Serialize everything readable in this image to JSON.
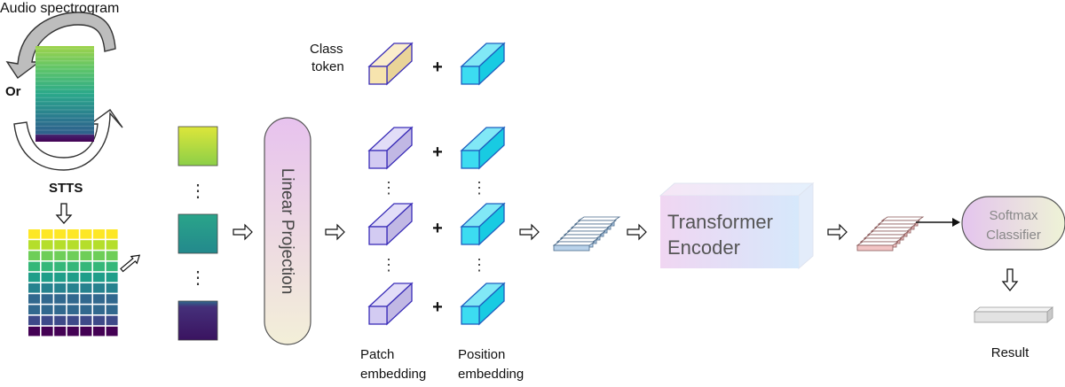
{
  "labels": {
    "audio_spectrogram": "Audio spectrogram",
    "or": "Or",
    "stts": "STTS",
    "class_token_line1": "Class",
    "class_token_line2": "token",
    "linear_projection": "Linear Projection",
    "patch_embedding_line1": "Patch",
    "patch_embedding_line2": "embedding",
    "position_embedding_line1": "Position",
    "position_embedding_line2": "embedding",
    "transformer_line1": "Transformer",
    "transformer_line2": "Encoder",
    "softmax_line1": "Softmax",
    "softmax_line2": "Classifier",
    "result": "Result",
    "plus": "+",
    "ellipsis": "⋮"
  },
  "colors": {
    "viridis": [
      "#fde725",
      "#b5de2b",
      "#6ece58",
      "#35b779",
      "#1f9e89",
      "#26828e",
      "#31688e",
      "#3e4989",
      "#482878",
      "#440154"
    ],
    "class_token": "#f5dfa0",
    "patch": "#cbc2f0",
    "position": "#19d6ee",
    "projection_fill": "#e8c8ec",
    "transformer_fill": "#d9d4f5",
    "softmax_fill": "#e6c9ef"
  }
}
